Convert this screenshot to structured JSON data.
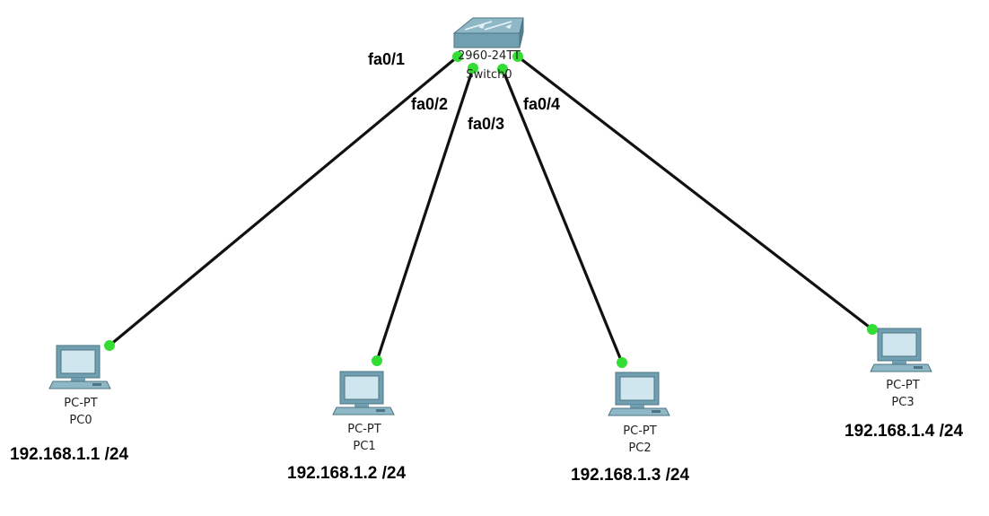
{
  "switch": {
    "model": "2960-24TT",
    "name": "Switch0",
    "icon": "switch-icon"
  },
  "ports": [
    "fa0/1",
    "fa0/2",
    "fa0/3",
    "fa0/4"
  ],
  "pcs": [
    {
      "model": "PC-PT",
      "name": "PC0",
      "ip": "192.168.1.1 /24",
      "icon": "pc-icon"
    },
    {
      "model": "PC-PT",
      "name": "PC1",
      "ip": "192.168.1.2 /24",
      "icon": "pc-icon"
    },
    {
      "model": "PC-PT",
      "name": "PC2",
      "ip": "192.168.1.3 /24",
      "icon": "pc-icon"
    },
    {
      "model": "PC-PT",
      "name": "PC3",
      "ip": "192.168.1.4 /24",
      "icon": "pc-icon"
    }
  ],
  "colors": {
    "link": "#111111",
    "link_up_dot": "#33dd33",
    "device_body": "#6f9fb0",
    "device_screen": "#cfe6ee"
  }
}
